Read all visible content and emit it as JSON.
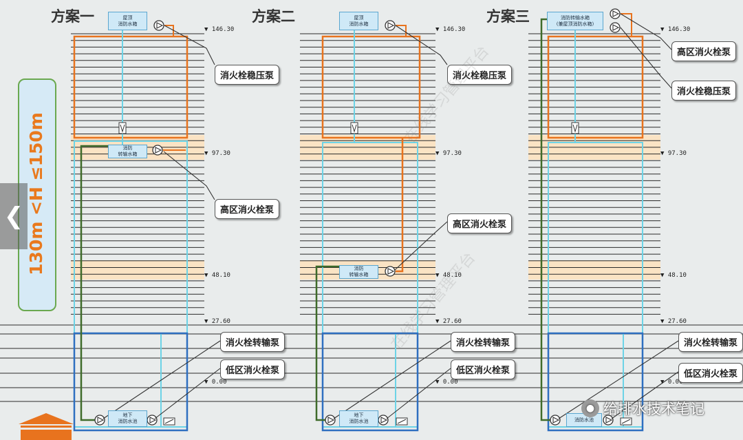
{
  "schemes": [
    {
      "title": "方案一",
      "roof_tank": "屋顶\n消防水箱",
      "transfer_tank": "消防\n转输水箱",
      "basement_tank": "地下\n消防水池",
      "labels": {
        "stabilizer": "消火栓稳压泵",
        "high_zone": "高区消火栓泵",
        "transfer_pump": "消火栓转输泵",
        "low_zone": "低区消火栓泵"
      }
    },
    {
      "title": "方案二",
      "roof_tank": "屋顶\n消防水箱",
      "transfer_tank": "消防\n转输水箱",
      "basement_tank": "地下\n消防水池",
      "labels": {
        "stabilizer": "消火栓稳压泵",
        "high_zone": "高区消火栓泵",
        "transfer_pump": "消火栓转输泵",
        "low_zone": "低区消火栓泵"
      }
    },
    {
      "title": "方案三",
      "roof_tank": "消防转输水箱\n(兼屋顶消防水箱)",
      "basement_tank": "消防水池",
      "labels": {
        "high_zone": "高区消火栓泵",
        "stabilizer": "消火栓稳压泵",
        "transfer_pump": "消火栓转输泵",
        "low_zone": "低区消火栓泵"
      }
    }
  ],
  "elevations": [
    "146.30",
    "97.30",
    "48.10",
    "27.60",
    "0.00"
  ],
  "height_range": "130m <H ≤150m",
  "brand": "给排水技术笔记",
  "icons": {
    "nav": "chevron-left-icon",
    "wechat": "wechat-icon",
    "pump": "pump-icon",
    "valve": "valve-icon",
    "meter": "flow-meter-icon"
  },
  "colors": {
    "high_zone_pipe": "#e8731e",
    "low_zone_pipe": "#2e6fc0",
    "supply_pipe": "#6cd3e6",
    "transfer_pipe": "#3f6b2a",
    "refuge_floor": "#fae3c4",
    "range_text": "#e9791d"
  }
}
